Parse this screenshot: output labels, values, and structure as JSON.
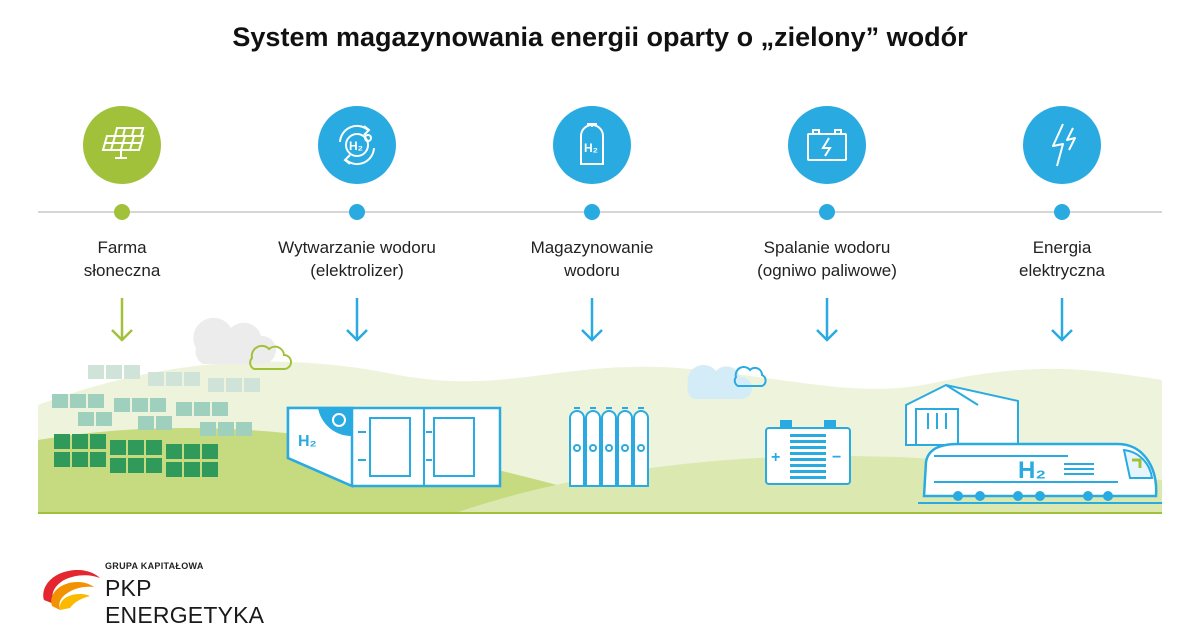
{
  "title": "System magazynowania energii oparty o „zielony” wodór",
  "colors": {
    "green": "#a2c13b",
    "blue": "#29abe2",
    "line": "#d6d6d6",
    "hill_light": "#eaf0d5",
    "hill_green": "#c8dc82"
  },
  "stages": [
    {
      "line1": "Farma",
      "line2": "słoneczna",
      "icon": "solar-panel-icon",
      "color": "green"
    },
    {
      "line1": "Wytwarzanie wodoru",
      "line2": "(elektrolizer)",
      "icon": "hydrogen-cycle-icon",
      "color": "blue"
    },
    {
      "line1": "Magazynowanie",
      "line2": "wodoru",
      "icon": "hydrogen-tank-icon",
      "color": "blue"
    },
    {
      "line1": "Spalanie wodoru",
      "line2": "(ogniwo paliwowe)",
      "icon": "battery-icon",
      "color": "blue"
    },
    {
      "line1": "Energia",
      "line2": "elektryczna",
      "icon": "lightning-icon",
      "color": "blue"
    }
  ],
  "scene": {
    "electrolyzer_label": "H₂",
    "train_label": "H₂"
  },
  "logo": {
    "group": "GRUPA KAPITAŁOWA",
    "name": "PKP ENERGETYKA"
  }
}
